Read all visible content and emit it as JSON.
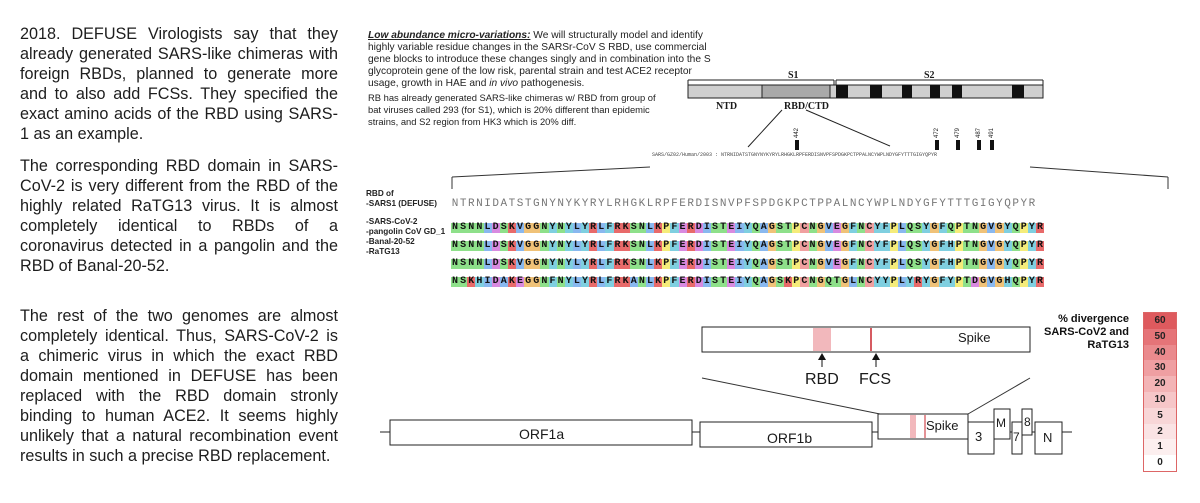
{
  "paragraphs": [
    "2018. DEFUSE Virologists say that they already generated SARS-like chimeras with foreign RBDs, planned to generate more and to also add FCSs. They specified the exact amino acids of the RBD using SARS-1 as an example.",
    "The corresponding RBD domain in SARS-CoV-2 is very different from the RBD of the highly related RaTG13 virus. It is almost completely identical to RBDs of a coronavirus detected in a pangolin and the RBD of Banal-20-52.",
    "The rest of the two genomes are almost completely identical. Thus, SARS-CoV-2 is a chimeric virus in which the exact RBD domain mentioned in DEFUSE has been replaced with the RBD domain stronly binding to human ACE2. It seems highly unlikely that a natural recombination event results in such a precise RBD replacement."
  ],
  "excerpt": {
    "heading": "Low abundance micro-variations:",
    "body": " We will structurally model and identify highly variable residue changes in the SARSr-CoV S RBD, use commercial gene blocks to introduce these changes singly and in combination into the S glycoprotein gene of the low risk, parental strain and test ACE2 receptor usage, growth in HAE and ",
    "invivo": "in vivo",
    "tail": " pathogenesis."
  },
  "note": "RB has already generated SARS-like chimeras w/ RBD from group of bat viruses called 293 (for S1), which is 20% different than epidemic strains, and S2 region from HK3 which is 20% diff.",
  "spike_domains": {
    "s1": "S1",
    "s2": "S2",
    "ntd": "NTD",
    "rbd": "RBD/CTD"
  },
  "positions": [
    "442",
    "472",
    "479",
    "487",
    "491"
  ],
  "sars_seq_label": "SARS/GZ02/Human/2003 : NTRNIDATSTGNYNYKYRYLRHGKLRPFERDISNVPFSPDGKPCTPPALNCYWPLNDYGFYTTTGIGYQPYR",
  "alignment": {
    "rbd_of_label": "RBD of",
    "sars1_label": "-SARS1 (DEFUSE)",
    "sars1_seq": "NTRNIDATSTGNYNYKYRYLRHGKLRPFERDISNVPFSPDGKPCTPPALNCYWPLNDYGFYTTTGIGYQPYR",
    "rows": [
      {
        "label": "-SARS-CoV-2",
        "seq": "NSNNLDSKVGGNYNYLYRLFRKSNLKPFERDISTEIYQAGSTPCNGVEGFNCYFPLQSYGFQPTNGVGYQPYR"
      },
      {
        "label": "-pangolin CoV GD_1",
        "seq": "NSNNLDSKVGGNYNYLYRLFRKSNLKPFERDISTEIYQAGSTPCNGVEGFNCYFPLQSYGFHPTNGVGYQPYR"
      },
      {
        "label": "-Banal-20-52",
        "seq": "NSNNLDSKVGGNYNYLYRLFRKSNLKPFERDISTEIYQAGSTPCNGVEGFNCYFPLQSYGFHPTNGVGYQPYR"
      },
      {
        "label": "-RaTG13",
        "seq": "NSKHIDAKEGGNFNYLYRLFRKANLKPFERDISTEIYQAGSKPCNGQTGLNCYYPLYRYGFYPTDGVGHQPYR"
      }
    ]
  },
  "spike_zoom": {
    "label": "Spike",
    "rbd_label": "RBD",
    "fcs_label": "FCS"
  },
  "genome": {
    "orf1a": "ORF1a",
    "orf1b": "ORF1b",
    "spike": "Spike",
    "orf3": "3",
    "m": "M",
    "orf7": "7",
    "orf8": "8",
    "n": "N"
  },
  "legend": {
    "title": "% divergence SARS-CoV2 and RaTG13",
    "values": [
      "60",
      "50",
      "40",
      "30",
      "20",
      "10",
      "5",
      "2",
      "1",
      "0"
    ]
  },
  "colors": {
    "divergence": "#e06a6a",
    "fcs_line": "#c8242c",
    "seq_bar": "#c9c9c9"
  }
}
